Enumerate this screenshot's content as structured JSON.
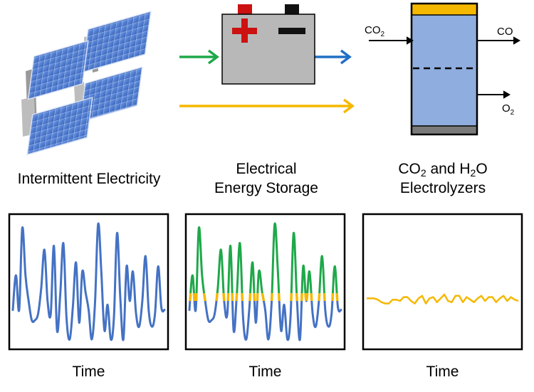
{
  "battery": {
    "positive_symbol": "+",
    "negative_symbol": "−"
  },
  "electrolyzer": {
    "input_label": {
      "base": "CO",
      "sub": "2"
    },
    "output_top_label": "CO",
    "output_bottom_label": {
      "base": "O",
      "sub": "2"
    }
  },
  "labels": {
    "col1": [
      "Intermittent Electricity"
    ],
    "col2": [
      "Electrical",
      "Energy Storage"
    ],
    "col3_line1": {
      "a": "CO",
      "a_sub": "2",
      "mid": " and H",
      "b_sub": "2",
      "end": "O"
    },
    "col3_line2": "Electrolyzers"
  },
  "axis_labels": [
    "Time",
    "Time",
    "Time"
  ],
  "colors": {
    "green_arrow": "#1fa84a",
    "blue_arrow": "#1f6fc4",
    "yellow_arrow": "#f5b800",
    "battery_body": "#b8b8b8",
    "battery_plus": "#cc1111",
    "battery_minus": "#111111",
    "electrolyzer_top": "#f5b800",
    "electrolyzer_body": "#8fadde",
    "electrolyzer_bottom": "#7a7a7a",
    "signal_blue": "#4472c4",
    "signal_green": "#1fa84a",
    "signal_yellow": "#f5b800"
  },
  "chart_data": [
    {
      "type": "line",
      "xlabel": "Time",
      "series": [
        {
          "values": [
            0.28,
            0.55,
            0.28,
            0.92,
            0.55,
            0.35,
            0.2,
            0.2,
            0.25,
            0.45,
            0.75,
            0.35,
            0.25,
            0.78,
            0.12,
            0.4,
            0.8,
            0.22,
            0.05,
            0.3,
            0.65,
            0.18,
            0.58,
            0.42,
            0.28,
            0.05,
            0.33,
            0.95,
            0.58,
            0.12,
            0.32,
            0.05,
            0.22,
            0.88,
            0.38,
            0.05,
            0.62,
            0.35,
            0.58,
            0.25,
            0.15,
            0.35,
            0.7,
            0.28,
            0.15,
            0.25,
            0.62,
            0.3,
            0.28
          ]
        }
      ]
    },
    {
      "type": "line",
      "xlabel": "Time",
      "series": [
        {
          "values": [
            0.28,
            0.55,
            0.28,
            0.92,
            0.55,
            0.35,
            0.2,
            0.2,
            0.25,
            0.45,
            0.75,
            0.35,
            0.25,
            0.78,
            0.12,
            0.4,
            0.8,
            0.22,
            0.05,
            0.3,
            0.65,
            0.18,
            0.58,
            0.42,
            0.28,
            0.05,
            0.33,
            0.95,
            0.58,
            0.12,
            0.32,
            0.05,
            0.22,
            0.88,
            0.38,
            0.05,
            0.62,
            0.35,
            0.58,
            0.25,
            0.15,
            0.35,
            0.7,
            0.28,
            0.15,
            0.25,
            0.62,
            0.3,
            0.28
          ]
        }
      ],
      "threshold": 0.38,
      "threshold_band": 0.06
    },
    {
      "type": "line",
      "xlabel": "Time",
      "series": [
        {
          "values": [
            0.37,
            0.37,
            0.37,
            0.36,
            0.34,
            0.33,
            0.33,
            0.36,
            0.36,
            0.35,
            0.38,
            0.38,
            0.35,
            0.33,
            0.37,
            0.39,
            0.33,
            0.37,
            0.38,
            0.34,
            0.37,
            0.4,
            0.35,
            0.34,
            0.39,
            0.39,
            0.34,
            0.38,
            0.36,
            0.34,
            0.37,
            0.39,
            0.35,
            0.38,
            0.38,
            0.34,
            0.37,
            0.39,
            0.35,
            0.38,
            0.36,
            0.35
          ]
        }
      ]
    }
  ]
}
